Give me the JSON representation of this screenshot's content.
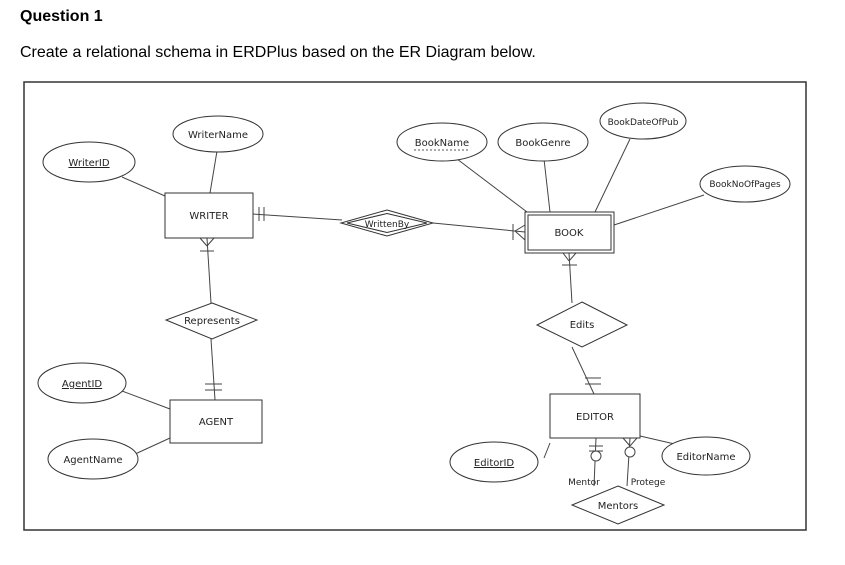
{
  "question": {
    "title": "Question 1",
    "text": "Create a relational schema in ERDPlus based on the ER Diagram below."
  },
  "entities": {
    "writer": "WRITER",
    "book": "BOOK",
    "agent": "AGENT",
    "editor": "EDITOR"
  },
  "relationships": {
    "written_by": "WrittenBy",
    "represents": "Represents",
    "edits": "Edits",
    "mentors": "Mentors"
  },
  "attributes": {
    "writer_name": "WriterName",
    "writer_id": "WriterID",
    "book_name": "BookName",
    "book_genre": "BookGenre",
    "book_date_of_pub": "BookDateOfPub",
    "book_no_of_pages": "BookNoOfPages",
    "agent_id": "AgentID",
    "agent_name": "AgentName",
    "editor_id": "EditorID",
    "editor_name": "EditorName"
  },
  "roles": {
    "mentor": "Mentor",
    "protege": "Protege"
  }
}
